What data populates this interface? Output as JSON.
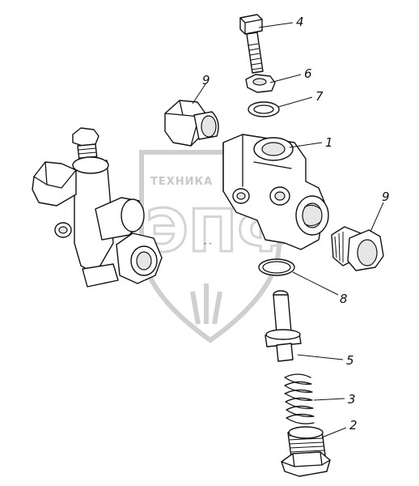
{
  "watermark": {
    "brand_text": "ТЕХНИКА",
    "big_text": "ЭПФ"
  },
  "callouts": [
    {
      "id": "1",
      "label": "1"
    },
    {
      "id": "2",
      "label": "2"
    },
    {
      "id": "3",
      "label": "3"
    },
    {
      "id": "4",
      "label": "4"
    },
    {
      "id": "5",
      "label": "5"
    },
    {
      "id": "6",
      "label": "6"
    },
    {
      "id": "7",
      "label": "7"
    },
    {
      "id": "8",
      "label": "8"
    },
    {
      "id": "9a",
      "label": "9"
    },
    {
      "id": "9b",
      "label": "9"
    }
  ]
}
